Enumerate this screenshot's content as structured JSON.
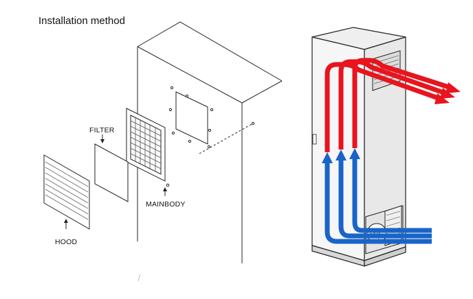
{
  "title": "Installation method",
  "labels": {
    "filter": "FILTER",
    "mainbody": "MAINBODY",
    "hood": "HOOD"
  },
  "colors": {
    "hot_air": "#e8141e",
    "cold_air": "#1a64c8",
    "line": "#222222",
    "cabinet_fill": "#f4f4f4"
  }
}
